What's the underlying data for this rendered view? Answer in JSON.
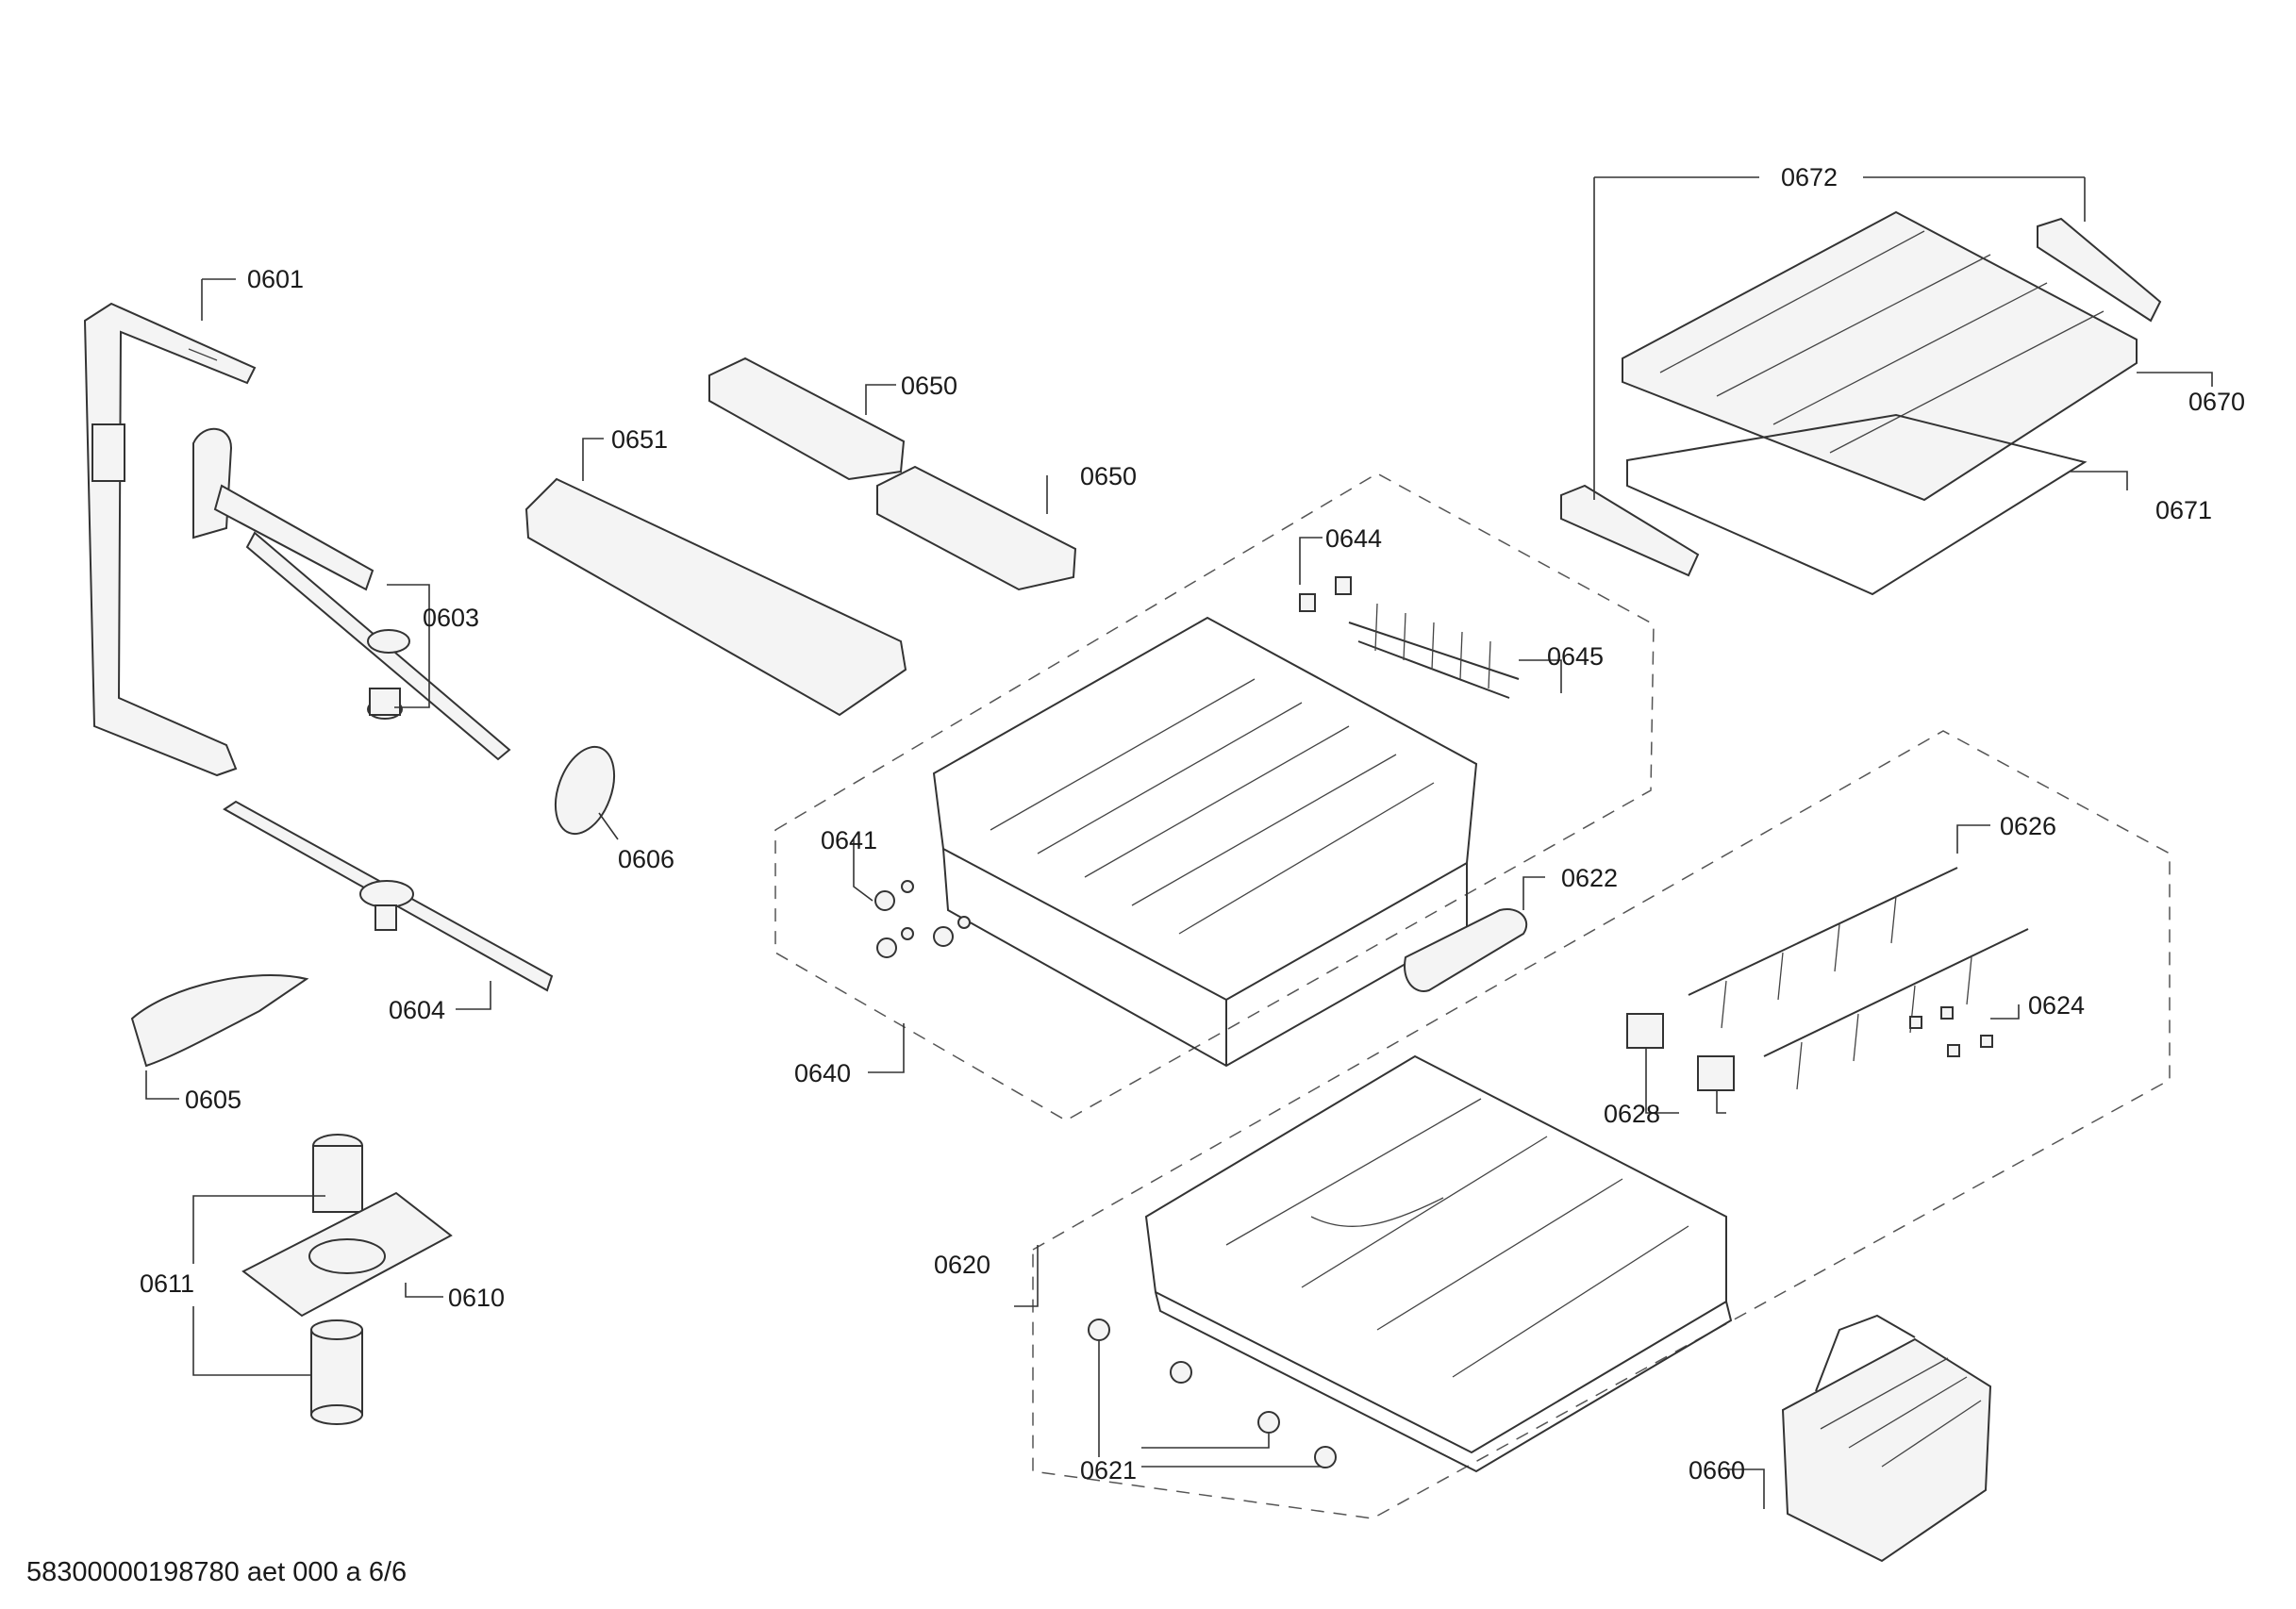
{
  "diagram": {
    "labels": {
      "p0601": "0601",
      "p0603": "0603",
      "p0604": "0604",
      "p0605": "0605",
      "p0606": "0606",
      "p0610": "0610",
      "p0611": "0611",
      "p0620": "0620",
      "p0621": "0621",
      "p0622": "0622",
      "p0624": "0624",
      "p0626": "0626",
      "p0628": "0628",
      "p0640": "0640",
      "p0641": "0641",
      "p0644": "0644",
      "p0645": "0645",
      "p0650a": "0650",
      "p0650b": "0650",
      "p0651": "0651",
      "p0660": "0660",
      "p0670": "0670",
      "p0671": "0671",
      "p0672": "0672"
    },
    "footer": "58300000198780 aet 000 a 6/6"
  }
}
